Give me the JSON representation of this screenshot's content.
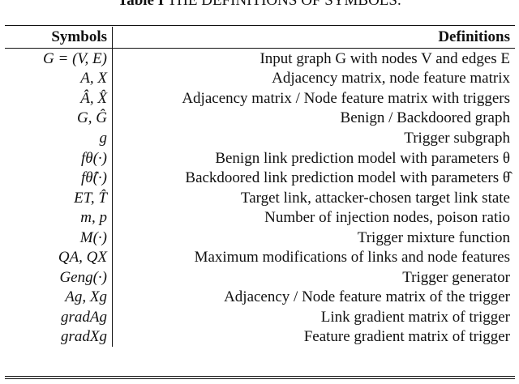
{
  "caption": {
    "label": "Table I",
    "text": "THE DEFINITIONS OF SYMBOLS."
  },
  "table": {
    "headers": [
      "Symbols",
      "Definitions"
    ],
    "rows": [
      {
        "symbol": "G = (V, E)",
        "definition": "Input graph G with nodes V and edges E"
      },
      {
        "symbol": "A, X",
        "definition": "Adjacency matrix, node feature matrix"
      },
      {
        "symbol": "Â, X̂",
        "definition": "Adjacency matrix / Node feature matrix with triggers"
      },
      {
        "symbol": "G, Ĝ",
        "definition": "Benign / Backdoored graph"
      },
      {
        "symbol": "g",
        "definition": "Trigger subgraph"
      },
      {
        "symbol": "fθ(·)",
        "definition": "Benign link prediction model with parameters θ"
      },
      {
        "symbol": "fθ̂(·)",
        "definition": "Backdoored link prediction model with parameters θ̂"
      },
      {
        "symbol": "ET, T̂",
        "definition": "Target link, attacker-chosen target link state"
      },
      {
        "symbol": "m, p",
        "definition": "Number of injection nodes, poison ratio"
      },
      {
        "symbol": "M(·)",
        "definition": "Trigger mixture function"
      },
      {
        "symbol": "QA, QX",
        "definition": "Maximum modifications of links and node features"
      },
      {
        "symbol": "Geng(·)",
        "definition": "Trigger generator"
      },
      {
        "symbol": "Ag, Xg",
        "definition": "Adjacency / Node feature matrix of the trigger"
      },
      {
        "symbol": "gradAg",
        "definition": "Link gradient matrix of trigger"
      },
      {
        "symbol": "gradXg",
        "definition": "Feature gradient matrix of trigger"
      }
    ]
  }
}
